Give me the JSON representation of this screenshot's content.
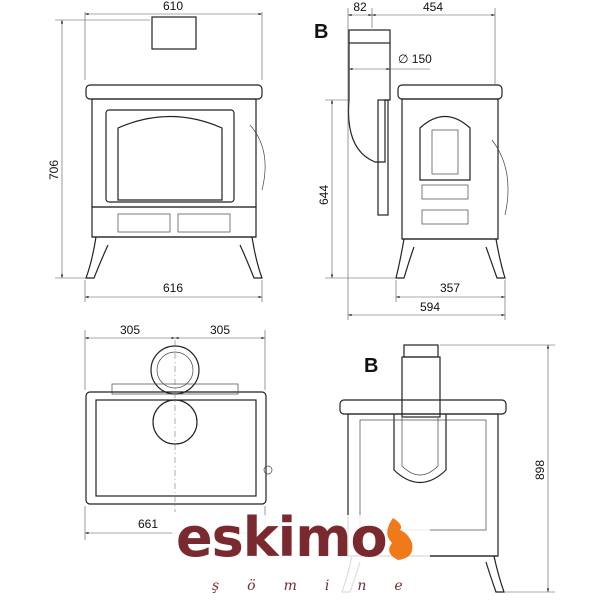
{
  "front_view": {
    "width_top": "610",
    "height": "706",
    "width_bottom": "616"
  },
  "side_view": {
    "label": "B",
    "offset": "82",
    "depth": "454",
    "flue_diameter": "∅ 150",
    "flue_height": "644",
    "leg_depth": "357",
    "total_depth": "594"
  },
  "top_view": {
    "left_half": "305",
    "right_half": "305",
    "width": "661"
  },
  "rear_view": {
    "label": "B",
    "height": "898"
  },
  "logo": {
    "name": "eskimo",
    "tagline": "şömine",
    "brand_color": "#7a2a2e",
    "flame_color": "#f07a1a"
  }
}
